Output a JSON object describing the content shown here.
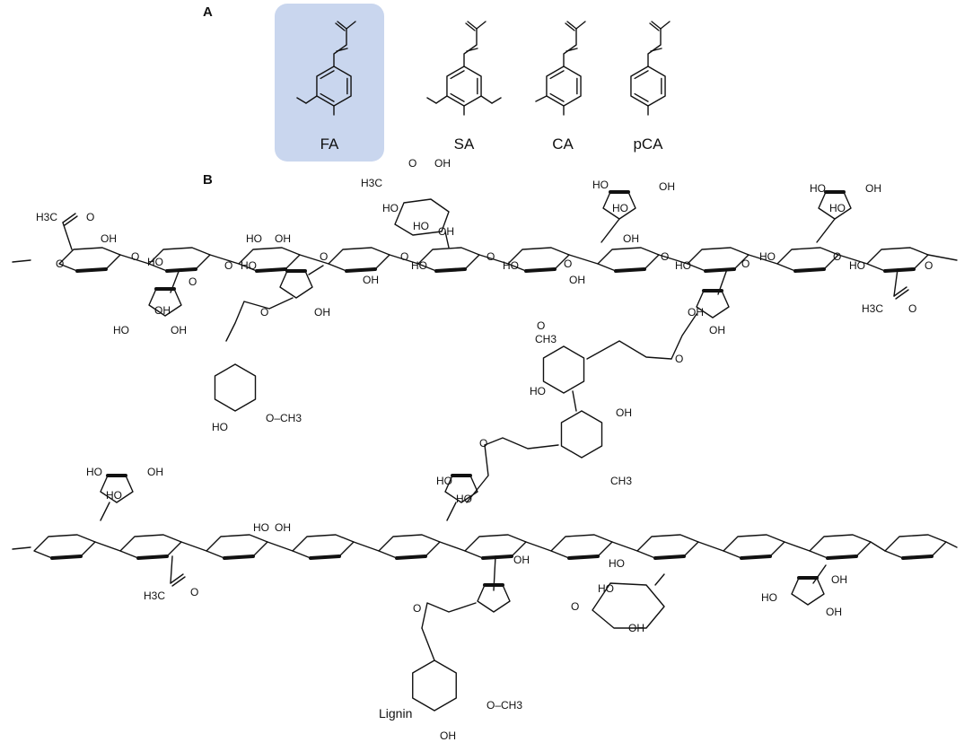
{
  "panels": {
    "a": "A",
    "b": "B"
  },
  "acids": [
    {
      "name": "FA",
      "highlight": "#c9d6ee"
    },
    {
      "name": "SA"
    },
    {
      "name": "CA"
    },
    {
      "name": "pCA"
    }
  ],
  "atoms": {
    "oh": "OH",
    "ho": "HO",
    "o": "O",
    "methyl": "H3C",
    "och3": "O–CH3",
    "ch3": "CH3",
    "lignin": "Lignin"
  }
}
